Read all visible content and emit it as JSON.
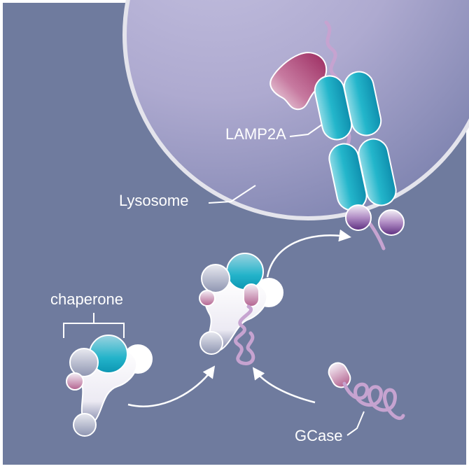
{
  "labels": {
    "lysosome": "Lysosome",
    "lamp2a": "LAMP2A",
    "chaperone": "chaperone",
    "gcase": "GCase"
  },
  "colors": {
    "background": "#6f7b9e",
    "lysosome_fill": "#b4b1d4",
    "membrane": "#e4e4ec",
    "lamp2a_cyan": "#1eb2c8",
    "magenta": "#a0386c",
    "protein_strand": "#c6a3d0",
    "purple": "#71408e"
  }
}
